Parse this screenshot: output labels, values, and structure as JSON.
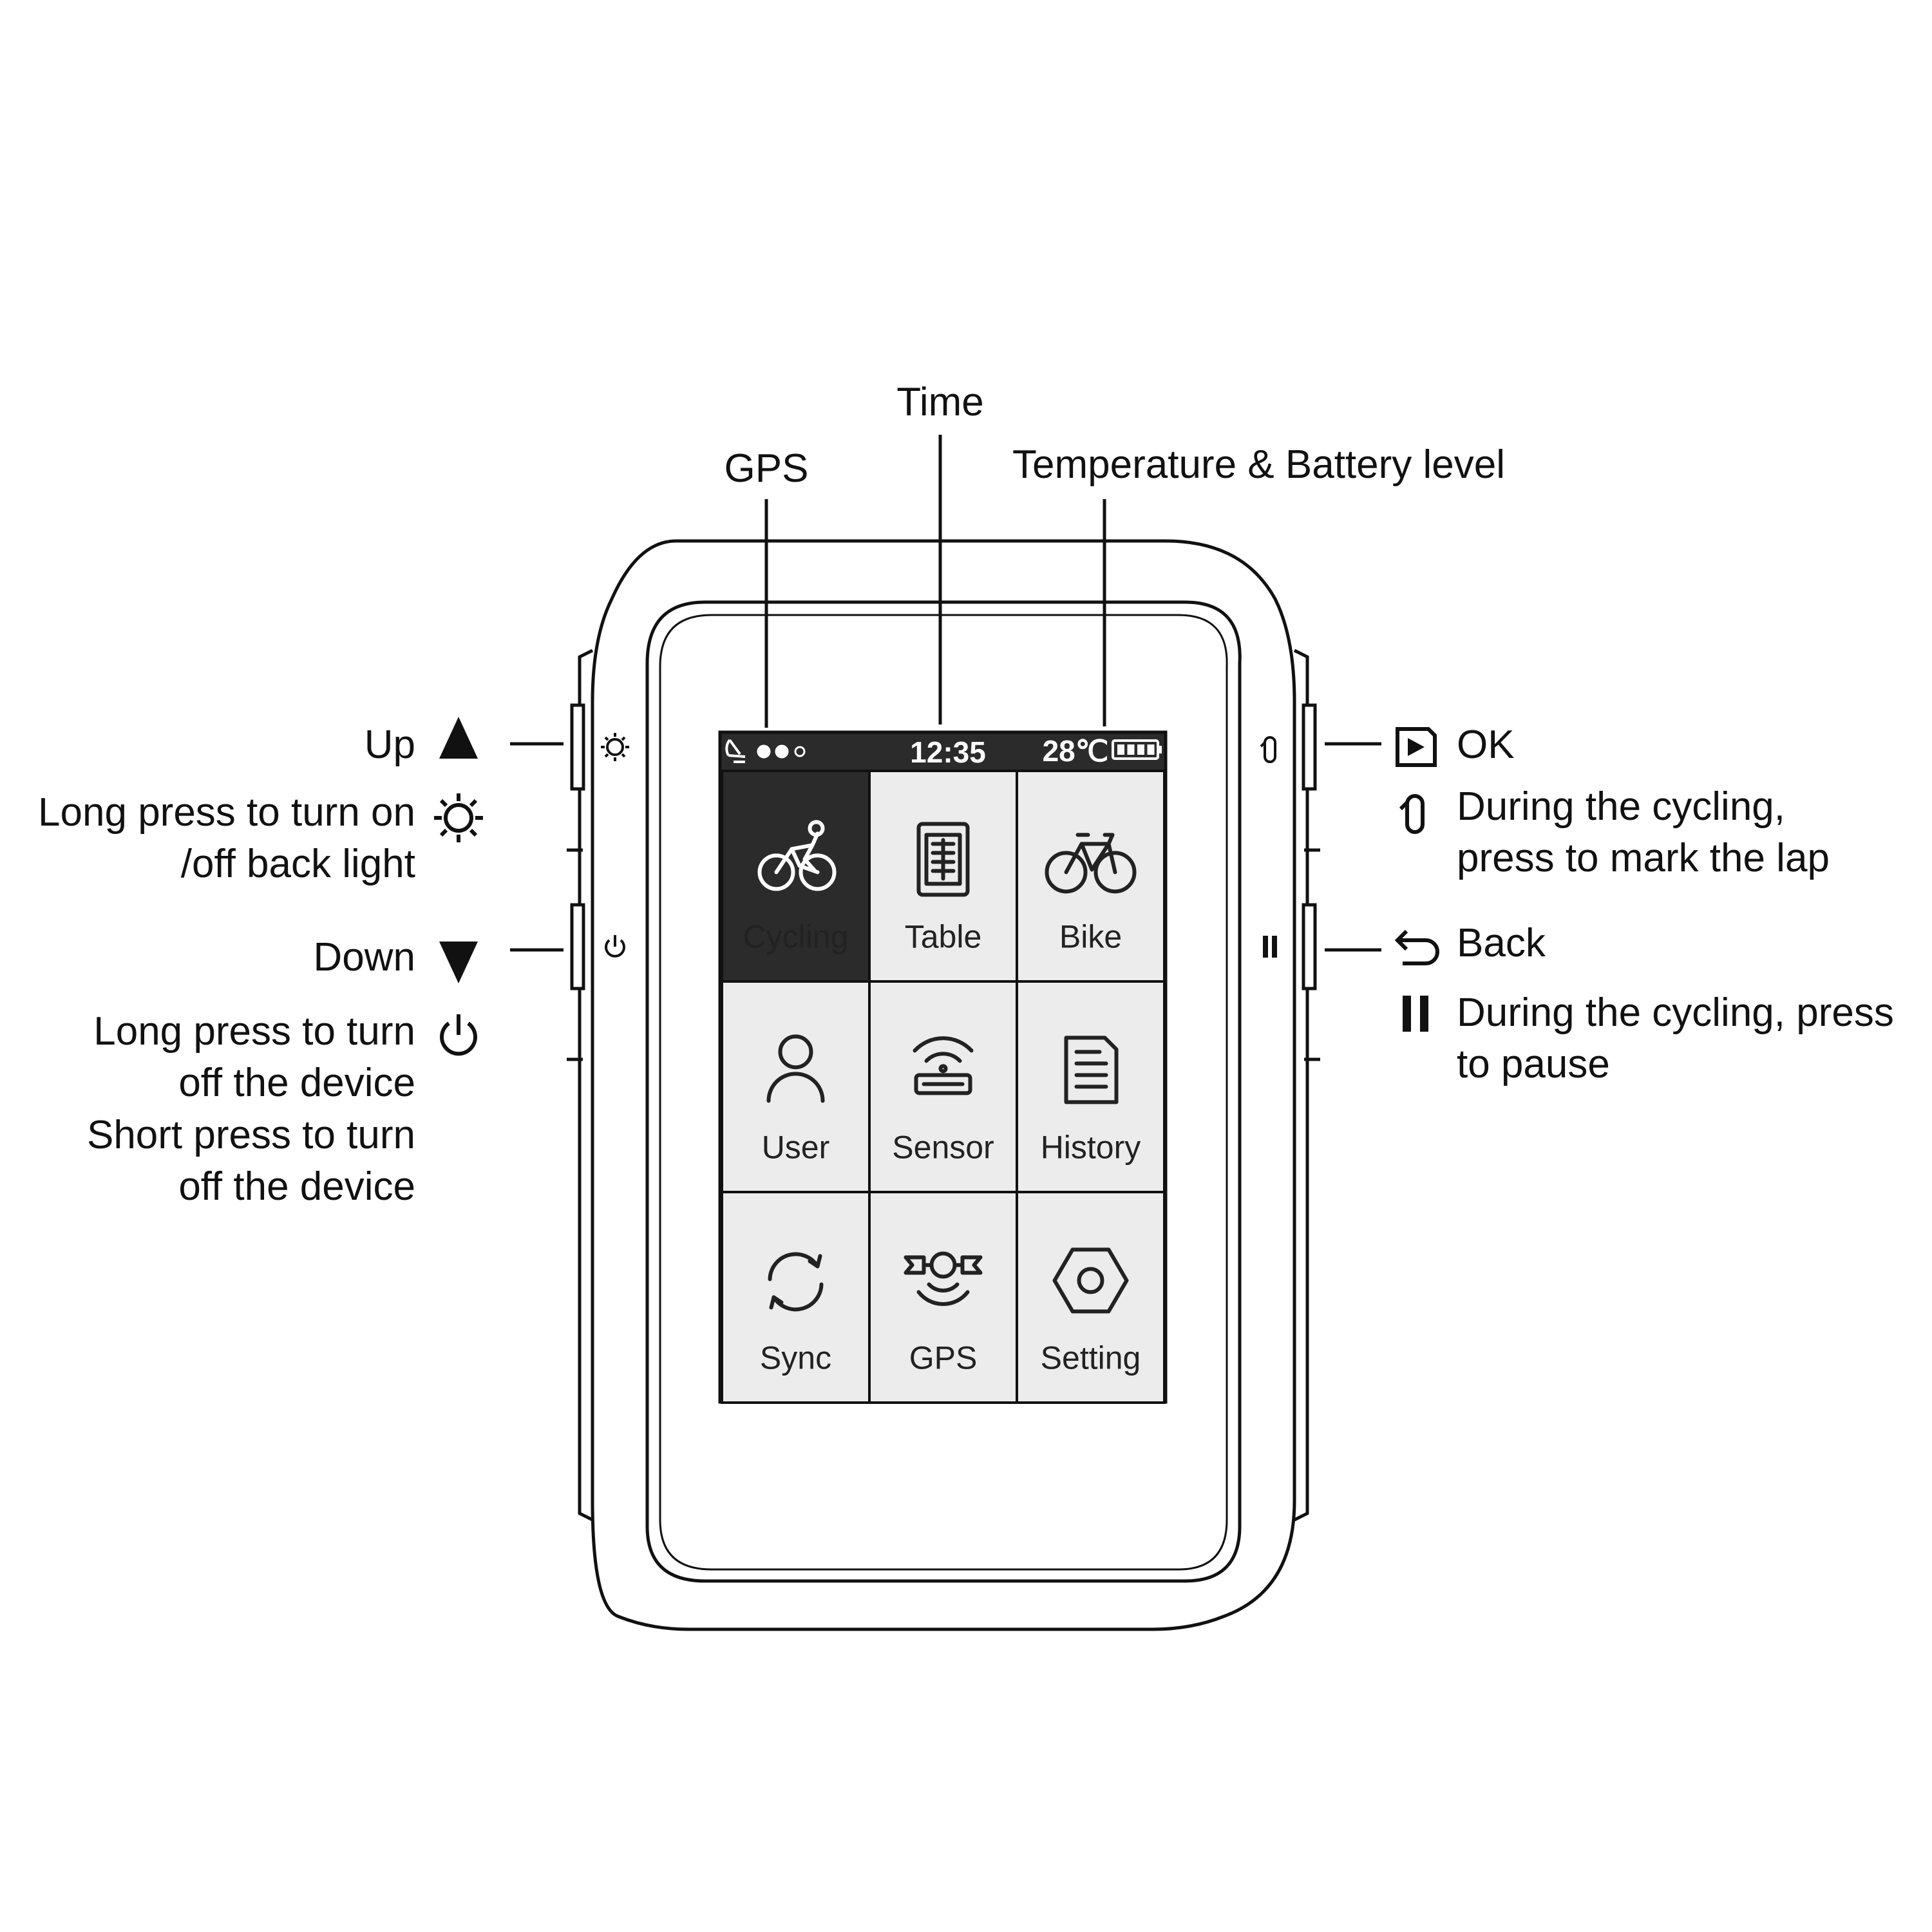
{
  "callouts": {
    "gps": "GPS",
    "time": "Time",
    "temp_battery": "Temperature & Battery level"
  },
  "left_labels": {
    "up": "Up",
    "backlight_line1": "Long press to turn on",
    "backlight_line2": "/off back light",
    "down": "Down",
    "power_long_line1": "Long press to turn",
    "power_long_line2": "off the device",
    "power_short_line1": "Short press to turn",
    "power_short_line2": "off the device"
  },
  "right_labels": {
    "ok": "OK",
    "lap_line1": "During the cycling,",
    "lap_line2": "press to mark the lap",
    "back": "Back",
    "pause_line1": "During the cycling, press",
    "pause_line2": "to pause"
  },
  "screen": {
    "status": {
      "time": "12:35",
      "temperature": "28℃",
      "gps_signal_dots": 3,
      "gps_signal_filled": 2,
      "battery_bars": 4
    },
    "tiles": [
      {
        "label": "Cycling",
        "icon": "cyclist-icon",
        "selected": true
      },
      {
        "label": "Table",
        "icon": "table-icon",
        "selected": false
      },
      {
        "label": "Bike",
        "icon": "bike-icon",
        "selected": false
      },
      {
        "label": "User",
        "icon": "user-icon",
        "selected": false
      },
      {
        "label": "Sensor",
        "icon": "sensor-icon",
        "selected": false
      },
      {
        "label": "History",
        "icon": "history-icon",
        "selected": false
      },
      {
        "label": "Sync",
        "icon": "sync-icon",
        "selected": false
      },
      {
        "label": "GPS",
        "icon": "satellite-icon",
        "selected": false
      },
      {
        "label": "Setting",
        "icon": "gear-icon",
        "selected": false
      }
    ]
  },
  "colors": {
    "ink": "#111111",
    "tile_bg": "#ececec",
    "tile_selected": "#2b2b2b",
    "status_bar": "#2b2b2b"
  }
}
